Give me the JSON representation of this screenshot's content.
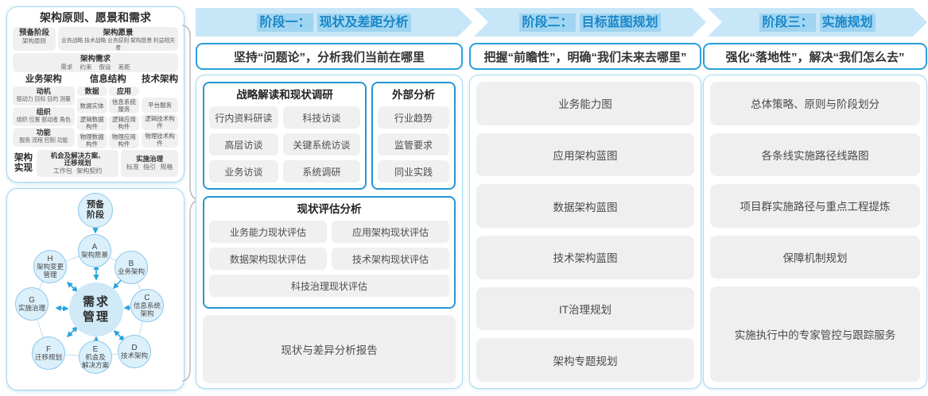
{
  "colors": {
    "accent_blue": "#29a3dc",
    "panel_border": "#a5d8f1",
    "band_bg": "#c7e6f7",
    "band_text": "#1a86c8",
    "band_highlight": "#a0d5f1",
    "box_gray": "#f0f0f0",
    "circle_fill": "#dcf0fb",
    "center_circle_fill": "#cfe9f7"
  },
  "left_panel": {
    "title": "架构原则、愿景和需求",
    "prep_box": {
      "title": "预备阶段",
      "sub": "架构原则"
    },
    "vision_box": {
      "title": "架构愿景",
      "sub": "业务战略 技术战略 业务原则 架构愿景 利益相关者"
    },
    "req_box": {
      "title": "架构需求",
      "sub": "需求 约束 假设 差距"
    },
    "business": {
      "header": "业务架构",
      "boxes": [
        {
          "title": "动机",
          "sub": "驱动力 目标 目的 测量"
        },
        {
          "title": "组织",
          "sub": "组织 位置 驱动者 角色"
        },
        {
          "title": "功能",
          "sub": "服务 流程 控制 功能"
        }
      ]
    },
    "information": {
      "header": "信息结构",
      "sub_columns": [
        {
          "title": "数据",
          "items": [
            "数据实体",
            "逻辑数据构件",
            "物理数据构件"
          ]
        },
        {
          "title": "应用",
          "items": [
            "信息系统服务",
            "逻辑应用构件",
            "物理应用构件"
          ]
        }
      ]
    },
    "technology": {
      "header": "技术架构",
      "items": [
        "平台服务",
        "逻辑技术构件",
        "物理技术构件"
      ]
    },
    "implementation": {
      "label": "架构实现",
      "boxes": [
        {
          "title": "机会及解决方案、\n迁移规划",
          "sub": "工作包 架构契约"
        },
        {
          "title": "实施治理",
          "sub": "标准 指引 规格"
        }
      ]
    }
  },
  "adm": {
    "prep_label": "预备\n阶段",
    "center_label": "需求\n管理",
    "nodes": [
      {
        "letter": "A",
        "label": "架构愿景"
      },
      {
        "letter": "B",
        "label": "业务架构"
      },
      {
        "letter": "C",
        "label": "信息系统\n架构"
      },
      {
        "letter": "D",
        "label": "技术架构"
      },
      {
        "letter": "E",
        "label": "机会及\n解决方案"
      },
      {
        "letter": "F",
        "label": "迁移规划"
      },
      {
        "letter": "G",
        "label": "实施治理"
      },
      {
        "letter": "H",
        "label": "架构变更\n管理"
      }
    ]
  },
  "phases": [
    {
      "header_prefix": "阶段一：",
      "header_title": "现状及差距分析",
      "subtitle": "坚持“问题论”，分析我们当前在哪里"
    },
    {
      "header_prefix": "阶段二：",
      "header_title": "目标蓝图规划",
      "subtitle": "把握“前瞻性”，明确“我们未来去哪里”",
      "items": [
        "业务能力图",
        "应用架构蓝图",
        "数据架构蓝图",
        "技术架构蓝图",
        "IT治理规划",
        "架构专题规划"
      ]
    },
    {
      "header_prefix": "阶段三：",
      "header_title": "实施规划",
      "subtitle": "强化“落地性”，解决“我们怎么去”",
      "items": [
        "总体策略、原则与阶段划分",
        "各条线实施路径线路图",
        "项目群实施路径与重点工程提炼",
        "保障机制规划",
        "实施执行中的专家管控与跟踪服务"
      ]
    }
  ],
  "phase1": {
    "strategy_box": {
      "title": "战略解读和现状调研",
      "items": [
        "行内资料研读",
        "科技访谈",
        "高层访谈",
        "关键系统访谈",
        "业务访谈",
        "系统调研"
      ]
    },
    "external_box": {
      "title": "外部分析",
      "items": [
        "行业趋势",
        "监管要求",
        "同业实践"
      ]
    },
    "assessment_box": {
      "title": "现状评估分析",
      "items": [
        "业务能力现状评估",
        "应用架构现状评估",
        "数据架构现状评估",
        "技术架构现状评估"
      ],
      "full_item": "科技治理现状评估"
    },
    "report_box": "现状与差异分析报告"
  }
}
